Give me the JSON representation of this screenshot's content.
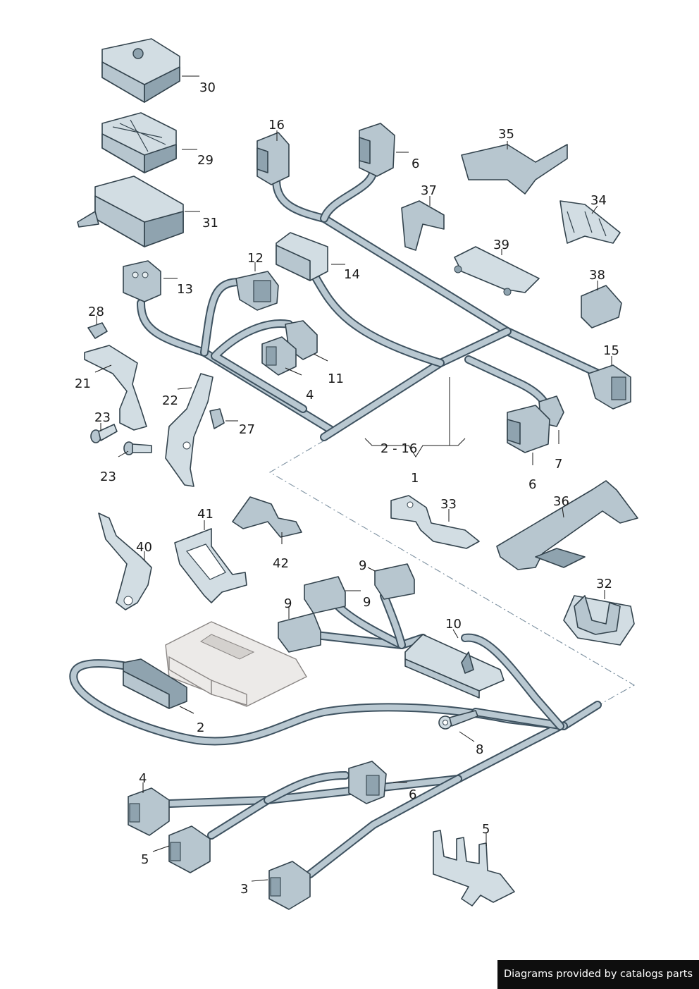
{
  "labels": [
    {
      "id": "30",
      "text": "30"
    },
    {
      "id": "29",
      "text": "29"
    },
    {
      "id": "31",
      "text": "31"
    },
    {
      "id": "16",
      "text": "16"
    },
    {
      "id": "6a",
      "text": "6"
    },
    {
      "id": "35",
      "text": "35"
    },
    {
      "id": "37",
      "text": "37"
    },
    {
      "id": "34",
      "text": "34"
    },
    {
      "id": "39",
      "text": "39"
    },
    {
      "id": "38",
      "text": "38"
    },
    {
      "id": "12",
      "text": "12"
    },
    {
      "id": "14",
      "text": "14"
    },
    {
      "id": "13",
      "text": "13"
    },
    {
      "id": "28",
      "text": "28"
    },
    {
      "id": "15",
      "text": "15"
    },
    {
      "id": "11",
      "text": "11"
    },
    {
      "id": "21",
      "text": "21"
    },
    {
      "id": "4a",
      "text": "4"
    },
    {
      "id": "22",
      "text": "22"
    },
    {
      "id": "23a",
      "text": "23"
    },
    {
      "id": "27",
      "text": "27"
    },
    {
      "id": "2-16",
      "text": "2 - 16"
    },
    {
      "id": "7",
      "text": "7"
    },
    {
      "id": "23b",
      "text": "23"
    },
    {
      "id": "1",
      "text": "1"
    },
    {
      "id": "6b",
      "text": "6"
    },
    {
      "id": "33",
      "text": "33"
    },
    {
      "id": "36",
      "text": "36"
    },
    {
      "id": "41",
      "text": "41"
    },
    {
      "id": "40",
      "text": "40"
    },
    {
      "id": "42",
      "text": "42"
    },
    {
      "id": "9a",
      "text": "9"
    },
    {
      "id": "9b",
      "text": "9"
    },
    {
      "id": "32",
      "text": "32"
    },
    {
      "id": "9c",
      "text": "9"
    },
    {
      "id": "10",
      "text": "10"
    },
    {
      "id": "2",
      "text": "2"
    },
    {
      "id": "8",
      "text": "8"
    },
    {
      "id": "4b",
      "text": "4"
    },
    {
      "id": "6c",
      "text": "6"
    },
    {
      "id": "5a",
      "text": "5"
    },
    {
      "id": "5b",
      "text": "5"
    },
    {
      "id": "3",
      "text": "3"
    }
  ],
  "credit": "Diagrams provided by catalogs parts"
}
